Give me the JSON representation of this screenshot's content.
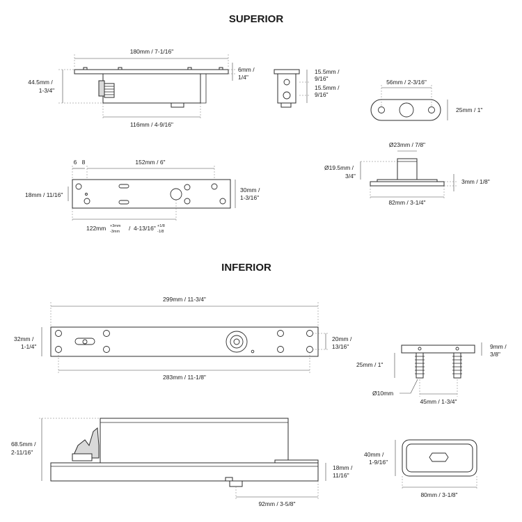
{
  "sections": {
    "superior": "SUPERIOR",
    "inferior": "INFERIOR"
  },
  "superior": {
    "side": {
      "length": "180mm / 7-1/16\"",
      "height_l1": "44.5mm /",
      "height_l2": "1-3/4\"",
      "flange_l1": "6mm /",
      "flange_l2": "1/4\"",
      "body": "116mm / 4-9/16\""
    },
    "end": {
      "d1_l1": "15.5mm /",
      "d1_l2": "9/16\"",
      "d2_l1": "15.5mm /",
      "d2_l2": "9/16\""
    },
    "plate": {
      "holes": "56mm / 2-3/16\"",
      "height": "25mm / 1\""
    },
    "top": {
      "d6": "6",
      "d8": "8",
      "holes": "152mm / 6\"",
      "offset_l1": "18mm / 11/16\"",
      "width_l1": "30mm /",
      "width_l2": "1-3/16\"",
      "pivot": "122mm",
      "tol_mm_plus": "+3mm",
      "tol_mm_minus": "-3mm",
      "slash": "/",
      "pivot_in": "4-13/16\"",
      "tol_in_plus": "+1/8",
      "tol_in_minus": "-1/8"
    },
    "pin": {
      "top_dia": "Ø23mm / 7/8\"",
      "pin_dia_l1": "Ø19.5mm /",
      "pin_dia_l2": "3/4\"",
      "plate_t": "3mm / 1/8\"",
      "plate_w": "82mm / 3-1/4\""
    }
  },
  "inferior": {
    "top": {
      "length": "299mm / 11-3/4\"",
      "width_l1": "32mm /",
      "width_l2": "1-1/4\"",
      "inner_l1": "20mm /",
      "inner_l2": "13/16\"",
      "holes": "283mm / 11-1/8\""
    },
    "anchor": {
      "flange_l1": "9mm /",
      "flange_l2": "3/8\"",
      "depth": "25mm / 1\"",
      "dia": "Ø10mm",
      "spacing": "45mm / 1-3/4\""
    },
    "side": {
      "height_l1": "68.5mm /",
      "height_l2": "2-11/16\"",
      "base_l1": "18mm /",
      "base_l2": "11/16\"",
      "axis": "92mm / 3-5/8\""
    },
    "box": {
      "height_l1": "40mm /",
      "height_l2": "1-9/16\"",
      "width": "80mm / 3-1/8\""
    }
  }
}
